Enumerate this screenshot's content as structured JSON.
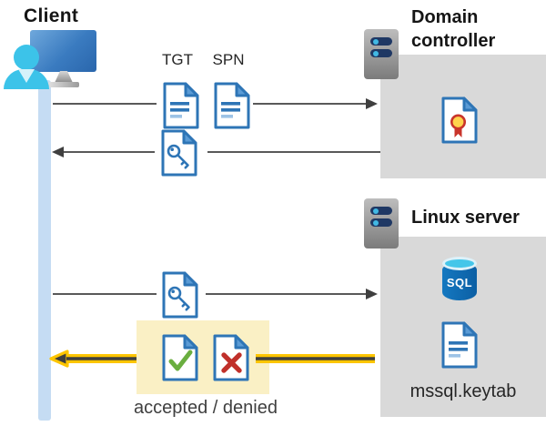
{
  "nodes": {
    "client_label": "Client",
    "domain_controller_label": "Domain controller",
    "linux_server_label": "Linux server"
  },
  "flow": {
    "tgt_label": "TGT",
    "spn_label": "SPN",
    "result_label": "accepted / denied"
  },
  "linux_server": {
    "sql_label": "SQL",
    "keytab_label": "mssql.keytab"
  },
  "icons": {
    "client": "monitor-with-user-icon",
    "servers": "rack-server-icon",
    "tickets": "blue-document-icon",
    "service_ticket": "document-with-key-icon",
    "certificate": "document-with-seal-icon",
    "accepted": "document-with-green-check-icon",
    "denied": "document-with-red-x-icon",
    "database": "sql-database-cylinder-icon"
  },
  "colors": {
    "doc_blue": "#2E75B6",
    "doc_fold_blue": "#5B9BD5",
    "doc_line_light": "#9DC3E6",
    "lifeline_blue": "#C5DCF3",
    "box_gray": "#D9D9D9",
    "server_bar_navy": "#1F3864",
    "server_dot_cyan": "#41B8E4",
    "arrow_gray": "#595959",
    "arrowhead_dark": "#3F3F3F",
    "highlight_yellow": "#FAF0C5",
    "result_arrow_yellow": "#FDC500",
    "accept_green": "#6AAE3F",
    "deny_red": "#C0302A",
    "cert_gold": "#FFD34D",
    "cert_red": "#C9342B",
    "sql_blue": "#1172BA",
    "user_cyan": "#3CC3E9"
  }
}
